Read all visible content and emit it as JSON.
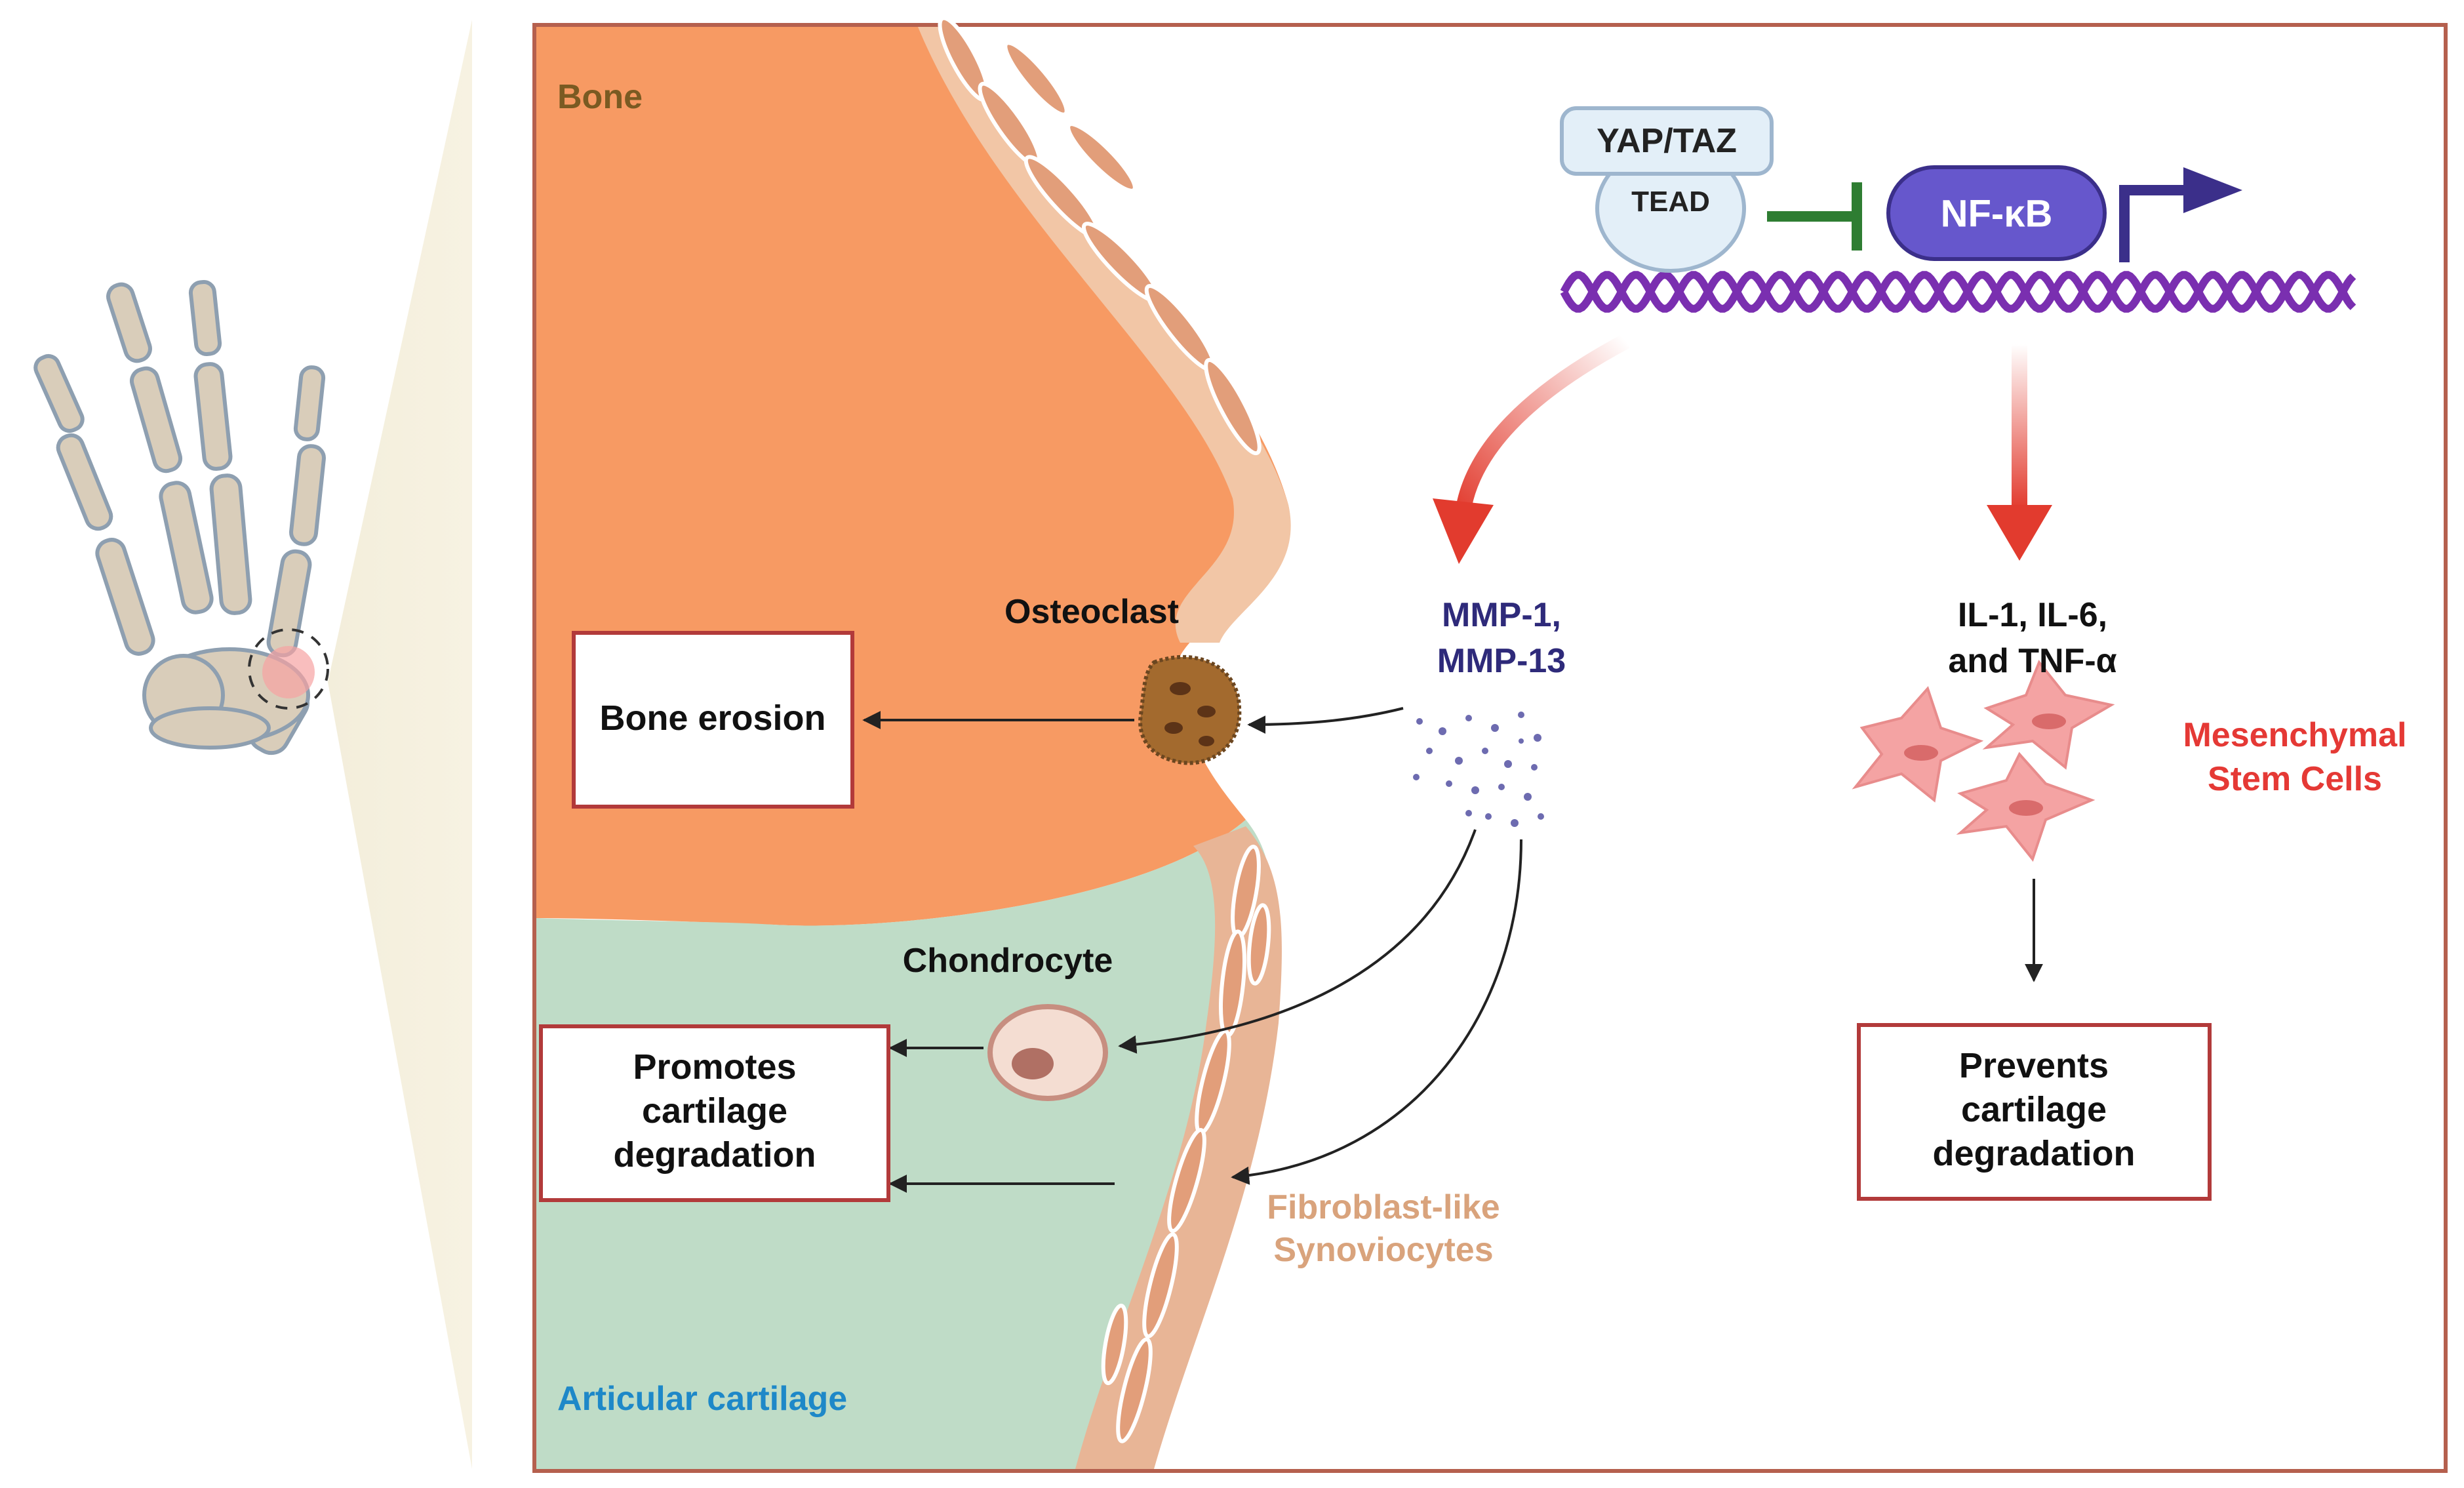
{
  "labels": {
    "bone": "Bone",
    "articular_cartilage": "Articular cartilage",
    "osteoclast": "Osteoclast",
    "chondrocyte": "Chondrocyte",
    "fls_line1": "Fibroblast-like",
    "fls_line2": "Synoviocytes",
    "msc_line1": "Mesenchymal",
    "msc_line2": "Stem Cells",
    "yap_taz": "YAP/TAZ",
    "tead": "TEAD",
    "nfkb": "NF-κB",
    "mmp_line1": "MMP-1,",
    "mmp_line2": "MMP-13",
    "il_line1": "IL-1, IL-6,",
    "il_line2": "and TNF-α"
  },
  "boxes": {
    "bone_erosion": "Bone erosion",
    "promotes": [
      "Promotes",
      "cartilage",
      "degradation"
    ],
    "prevents": [
      "Prevents",
      "cartilage",
      "degradation"
    ]
  },
  "colors": {
    "bone": "#F79A63",
    "cartilage": "#BFDCC7",
    "frame": "#B5604E",
    "box_border": "#B23A3A",
    "red_arrow": "#E23B2E",
    "nfkb": "#6657CC",
    "dna": "#7A2FB0",
    "inhibit": "#2E7D32",
    "mmp_text": "#2E2A7A",
    "msc_text": "#E53935",
    "fls_text": "#D9A37C",
    "cartilage_label": "#1E88C8",
    "bone_label": "#7A5A22"
  }
}
